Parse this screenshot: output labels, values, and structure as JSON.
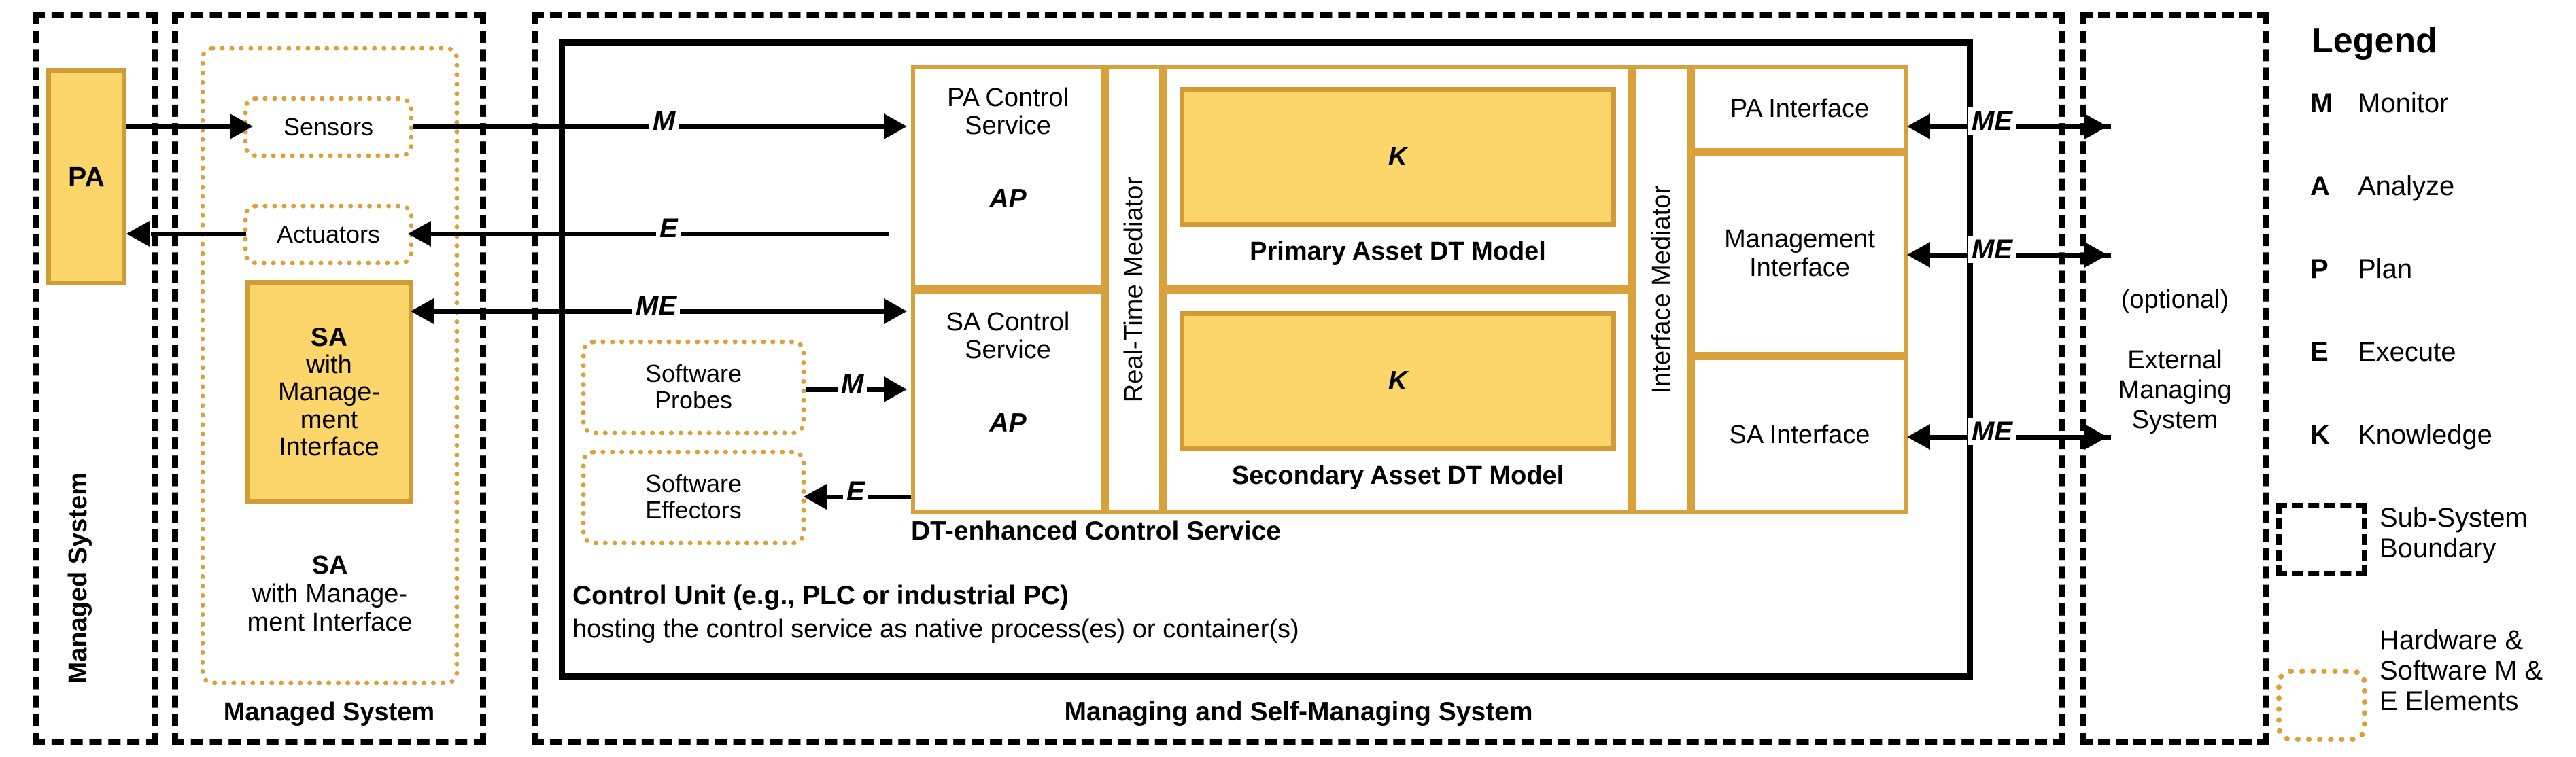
{
  "colors": {
    "asset_fill": "#fcd66a",
    "asset_border": "#d19b37",
    "hw_sw_dash": "#d9a13c",
    "boundary": "#000000"
  },
  "managed_system_left": {
    "vertical_label": "Managed System",
    "pa_box": "PA"
  },
  "managed_system_right": {
    "bottom_label": "Managed System",
    "sensors": "Sensors",
    "actuators": "Actuators",
    "sa_box": {
      "line1": "SA",
      "line2": "with",
      "line3": "Manage-",
      "line4": "ment",
      "line5": "Interface"
    },
    "sa_caption": {
      "line1": "SA",
      "line2": "with Manage-",
      "line3": "ment Interface"
    }
  },
  "managing_system": {
    "bottom_label": "Managing and Self-Managing System",
    "control_unit": {
      "title": "Control Unit (e.g., PLC or industrial PC)",
      "subtitle": "hosting the control service as native process(es) or container(s)"
    },
    "dt_service_label": "DT-enhanced Control Service",
    "pa_control_service": {
      "name_line1": "PA Control",
      "name_line2": "Service",
      "mape": "AP"
    },
    "sa_control_service": {
      "name_line1": "SA Control",
      "name_line2": "Service",
      "mape": "AP"
    },
    "real_time_mediator": "Real-Time Mediator",
    "interface_mediator": "Interface Mediator",
    "primary_dt": {
      "knowledge": "K",
      "caption": "Primary Asset DT Model"
    },
    "secondary_dt": {
      "knowledge": "K",
      "caption": "Secondary Asset DT Model"
    },
    "interfaces": {
      "pa": "PA Interface",
      "management_line1": "Management",
      "management_line2": "Interface",
      "sa": "SA Interface"
    },
    "software_probes": {
      "line1": "Software",
      "line2": "Probes"
    },
    "software_effectors": {
      "line1": "Software",
      "line2": "Effectors"
    }
  },
  "external_system": {
    "optional": "(optional)",
    "line1": "External",
    "line2": "Managing",
    "line3": "System"
  },
  "arrow_labels": {
    "pa_sensor_monitor": "M",
    "actuator_execute": "E",
    "sa_monitor_execute": "ME",
    "probes_monitor": "M",
    "effectors_execute": "E",
    "ext_pa": "ME",
    "ext_mgmt": "ME",
    "ext_sa": "ME"
  },
  "legend": {
    "title": "Legend",
    "entries": [
      {
        "key": "M",
        "text": "Monitor"
      },
      {
        "key": "A",
        "text": "Analyze"
      },
      {
        "key": "P",
        "text": "Plan"
      },
      {
        "key": "E",
        "text": "Execute"
      },
      {
        "key": "K",
        "text": "Knowledge"
      }
    ],
    "swatches": [
      {
        "type": "dashed-black",
        "line1": "Sub-System",
        "line2": "Boundary"
      },
      {
        "type": "dotted-orange",
        "line1": "Hardware &",
        "line2": "Software M &",
        "line3": "E Elements"
      }
    ]
  }
}
